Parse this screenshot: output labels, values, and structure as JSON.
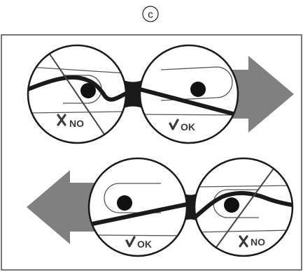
{
  "figure": {
    "panel_letter": "c",
    "upper_row": {
      "left_lens_label": "NO",
      "right_lens_label": "OK",
      "arrow_direction": "right"
    },
    "lower_row": {
      "left_lens_label": "OK",
      "right_lens_label": "NO",
      "arrow_direction": "left"
    },
    "icons": {
      "no_mark": "cross-mark-icon",
      "ok_mark": "check-mark-icon"
    },
    "colors": {
      "arrow": "#808080",
      "lines": "#1a1a1a",
      "frame": "#4a4a4a"
    }
  }
}
